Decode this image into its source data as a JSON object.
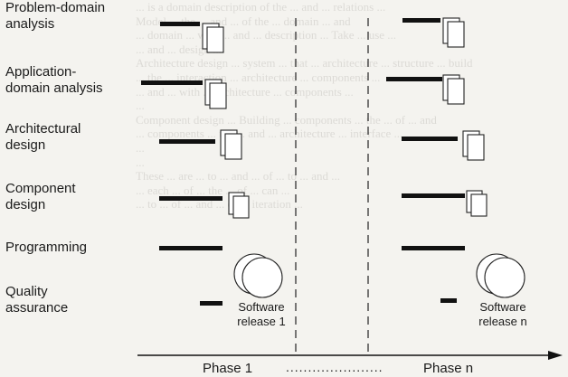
{
  "background_text": [
    "... is a domain description of the ... and ... relations ...",
    "Model ... the ... and ... of the ... domain ... and",
    "... domain ... with ... and ... description ... Take ... use ...",
    "... and ... design ...",
    "Architecture design ... system ... that ... architecture ... structure ... build",
    "... the ... interaction ... architecture ... components ...",
    "... and ... with ... architecture ... components ...",
    "...",
    "Component design ... Building ... components ... the ... of ... and",
    "... components ... the ... and ... architecture ... interface ...",
    "...",
    "...",
    "These ... are ... to ... and ... of ... to ... and ...",
    "... each ... of ... the ... of ... can ...",
    "... to ... of ... and ... of ... iteration ..."
  ],
  "activities": [
    {
      "label": "Problem-domain analysis"
    },
    {
      "label": "Application-domain analysis"
    },
    {
      "label": "Architectural design"
    },
    {
      "label": "Component design"
    },
    {
      "label": "Programming"
    },
    {
      "label": "Quality assurance"
    }
  ],
  "activity_label_lines": [
    [
      "Problem-domain",
      "analysis"
    ],
    [
      "Application-",
      "domain analysis"
    ],
    [
      "Architectural",
      "design"
    ],
    [
      "Component",
      "design"
    ],
    [
      "Programming"
    ],
    [
      "Quality",
      "assurance"
    ]
  ],
  "phases": [
    {
      "name": "Phase 1",
      "release": [
        "Software",
        "release 1"
      ]
    },
    {
      "name": "Phase n",
      "release": [
        "Software",
        "release n"
      ]
    }
  ],
  "phase_separator": "......................"
}
